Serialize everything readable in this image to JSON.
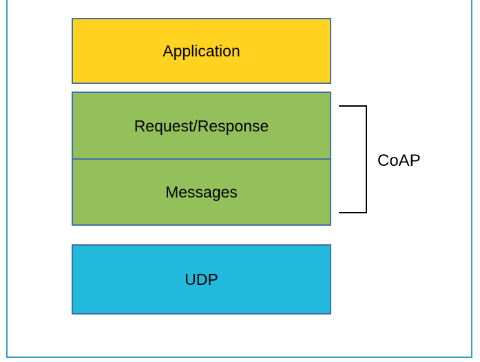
{
  "page": {
    "background_color": "#ffffff",
    "frame_color": "#3a9cc8"
  },
  "diagram": {
    "type": "layered-stack",
    "title": "",
    "blocks": [
      {
        "id": "application",
        "label": "Application",
        "fill": "#ffd320",
        "stroke": "#3f6fa8"
      },
      {
        "id": "request-response",
        "label": "Request/Response",
        "fill": "#94c05c",
        "stroke": "#3f6fa8"
      },
      {
        "id": "messages",
        "label": "Messages",
        "fill": "#94c05c",
        "stroke": "#3f6fa8"
      },
      {
        "id": "udp",
        "label": "UDP",
        "fill": "#23b9dc",
        "stroke": "#3f6fa8"
      }
    ],
    "annotations": [
      {
        "id": "coap-brace",
        "label": "CoAP",
        "spans": [
          "request-response",
          "messages"
        ],
        "stroke": "#000000"
      }
    ]
  }
}
